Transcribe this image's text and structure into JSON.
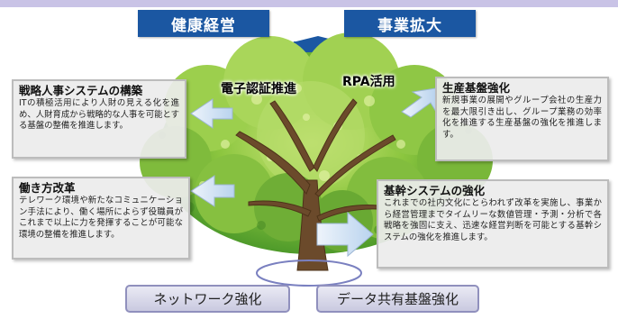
{
  "goals": [
    {
      "label": "健康経営"
    },
    {
      "label": "事業拡大"
    }
  ],
  "tree_labels": [
    {
      "label": "電子認証推進"
    },
    {
      "label": "RPA活用"
    }
  ],
  "initiatives": [
    {
      "title": "戦略人事システムの構築",
      "body": "ITの積極活用により人財の見える化を進め、人財育成から戦略的な人事を可能とする基盤の整備を推進します。"
    },
    {
      "title": "働き方改革",
      "body": "テレワーク環境や新たなコミュニケーション手法により、働く場所によらず役職員がこれまで以上に力を発揮することが可能な環境の整備を推進します。"
    },
    {
      "title": "生産基盤強化",
      "body": "新規事業の展開やグループ会社の生産力を最大限引き出し、グループ業務の効率化を推進する生産基盤の強化を推進します。"
    },
    {
      "title": "基幹システムの強化",
      "body": "これまでの社内文化にとらわれず改革を実施し、事業から経営管理までタイムリーな数値管理・予測・分析で各戦略を強固に支え、迅速な経営判断を可能とする基幹システムの強化を推進します。"
    }
  ],
  "foundation": [
    {
      "label": "ネットワーク強化"
    },
    {
      "label": "データ共有基盤強化"
    }
  ]
}
